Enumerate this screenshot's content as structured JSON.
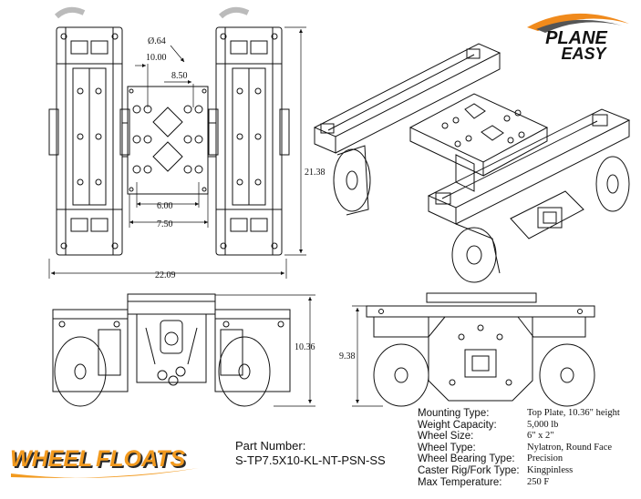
{
  "dimensions": {
    "hole_dia": "Ø.64",
    "top_10": "10.00",
    "top_850": "8.50",
    "bottom_600": "6.00",
    "bottom_750": "7.50",
    "height_2138": "21.38",
    "width_2209": "22.09",
    "side_1036": "10.36",
    "front_938": "9.38"
  },
  "part": {
    "label": "Part Number:",
    "number": "S-TP7.5X10-KL-NT-PSN-SS"
  },
  "specs": [
    {
      "label": "Mounting Type:",
      "value": "Top Plate, 10.36\" height"
    },
    {
      "label": "Weight Capacity:",
      "value": "5,000 lb"
    },
    {
      "label": "Wheel Size:",
      "value": "6\" x 2\""
    },
    {
      "label": "Wheel Type:",
      "value": "Nylatron, Round Face"
    },
    {
      "label": "Wheel Bearing Type:",
      "value": "Precision"
    },
    {
      "label": "Caster Rig/Fork Type:",
      "value": "Kingpinless"
    },
    {
      "label": "Max Temperature:",
      "value": "250 F"
    }
  ],
  "logos": {
    "plane_easy_top": "PLANE",
    "plane_easy_bottom": "EASY",
    "wheel_floats_a": "WHEEL",
    "wheel_floats_b": "FLOATS"
  },
  "colors": {
    "plane_easy_orange": "#f08a1c",
    "wheel_floats_orange": "#f29a1f",
    "wheel_floats_shadow": "#2a2a2a"
  }
}
